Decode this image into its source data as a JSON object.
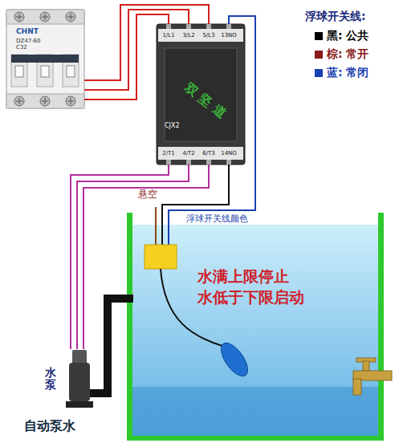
{
  "diagram": {
    "nodes": [
      {
        "text": [
          "CHNT",
          "DZ47-60",
          "C32"
        ]
      },
      {
        "text": [
          "CJX2"
        ]
      },
      {
        "text": [
          "水满上限停止 水低于下限启动"
        ]
      },
      {
        "text": [
          "水泵"
        ]
      }
    ],
    "edges": [
      {
        "from": 0,
        "to": 1,
        "arrow": "none"
      },
      {
        "from": 0,
        "to": 1,
        "arrow": "none"
      },
      {
        "from": 0,
        "to": 1,
        "arrow": "none"
      },
      {
        "from": 1,
        "to": 3,
        "arrow": "none"
      },
      {
        "from": 1,
        "to": 3,
        "arrow": "none"
      },
      {
        "from": 1,
        "to": 3,
        "arrow": "none"
      }
    ],
    "labels": [
      "1/L1",
      "3/L2",
      "5/L3",
      "13NO",
      "2/T1",
      "4/T2",
      "6/T3",
      "14NO",
      "双坚道",
      "浮球开关线:",
      "悬空",
      "浮球开关线颜色",
      "自动泵水"
    ],
    "legend": [
      {
        "text": "黑: 公共",
        "color": "#000000"
      },
      {
        "text": "棕: 常开",
        "color": "#8b1a1a"
      },
      {
        "text": "蓝: 常闭",
        "color": "#1a3fb0"
      }
    ]
  }
}
